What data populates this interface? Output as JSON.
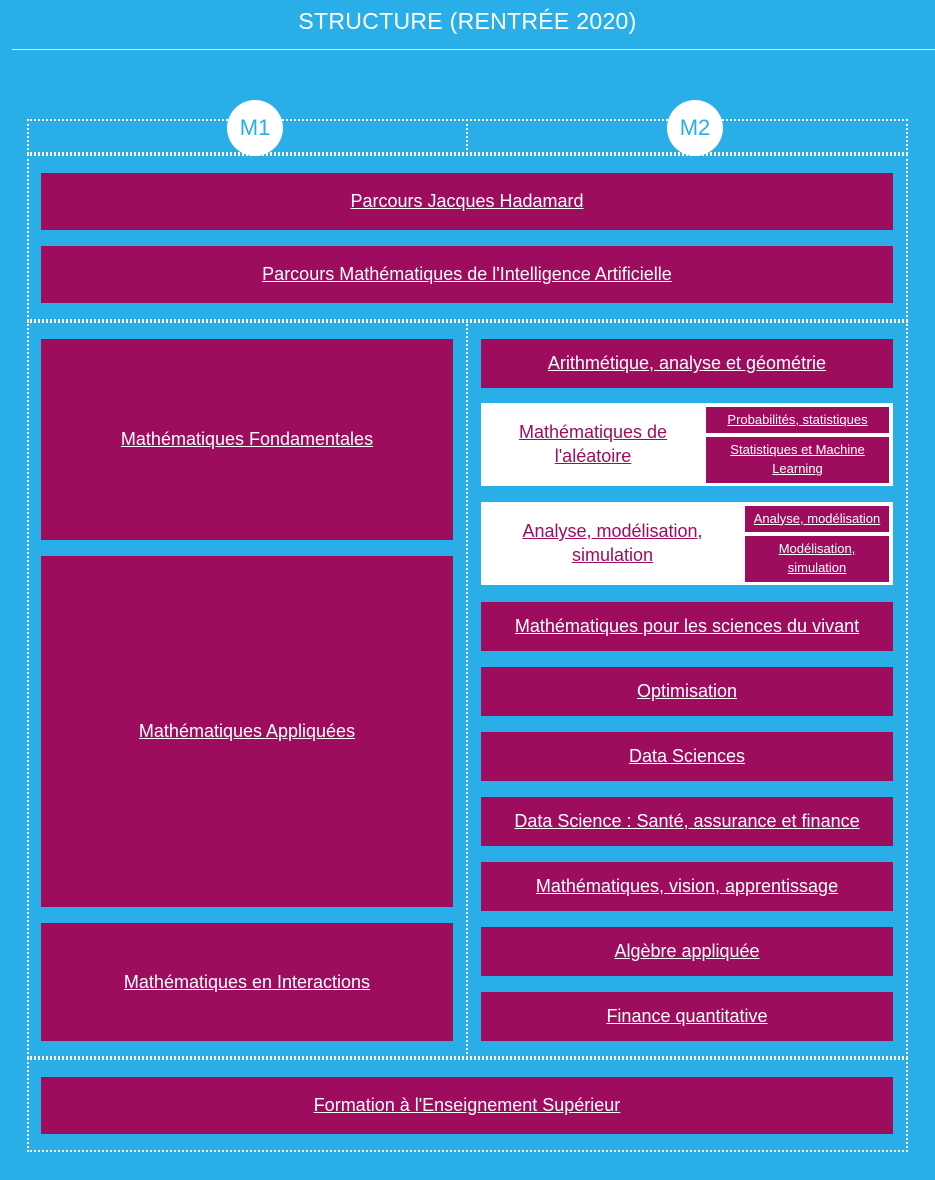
{
  "title": "STRUCTURE (RENTRÉE 2020)",
  "levels": {
    "m1": "M1",
    "m2": "M2"
  },
  "cross_parcours": [
    "Parcours Jacques Hadamard",
    "Parcours Mathématiques de l'Intelligence Artificielle"
  ],
  "m1_mentions": [
    "Mathématiques Fondamentales",
    "Mathématiques Appliquées",
    "Mathématiques en Interactions"
  ],
  "m2": {
    "arithmetique": "Arithmétique, analyse et géométrie",
    "aleatoire": {
      "label": "Mathématiques de l'aléatoire",
      "subs": [
        "Probabilités, statistiques",
        "Statistiques et Machine Learning"
      ]
    },
    "analyse": {
      "label": "Analyse, modélisation, simulation",
      "subs": [
        "Analyse, modélisation",
        "Modélisation, simulation"
      ]
    },
    "vivant": "Mathématiques pour les sciences du vivant",
    "optimisation": "Optimisation",
    "data_sciences": "Data Sciences",
    "data_sante": "Data Science : Santé, assurance et finance",
    "vision": "Mathématiques, vision, apprentissage",
    "algebre": "Algèbre appliquée",
    "finance": "Finance quantitative"
  },
  "formation": "Formation à l'Enseignement Supérieur",
  "colors": {
    "background": "#2aaee8",
    "box": "#9e0c5e",
    "white": "#ffffff"
  }
}
